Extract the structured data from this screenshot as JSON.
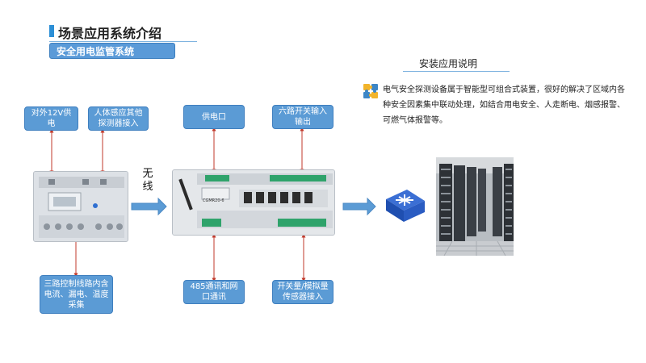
{
  "header": {
    "title": "场景应用系统介绍",
    "subtitle": "安全用电监管系统"
  },
  "install": {
    "title": "安装应用说明",
    "description": "电气安全探测设备属于智能型可组合式装置，很好的解决了区域内各种安全因素集中联动处理，如结合用电安全、人走断电、烟感报警、可燃气体报警等。"
  },
  "labels": {
    "power_12v": "对外12V供电",
    "body_sensor": "人体感应其他探测器接入",
    "three_way": "三路控制线路内含电流、漏电、温度采集",
    "power_port": "供电口",
    "six_switch": "六路开关输入输出",
    "rs485": "485通讯和网口通讯",
    "switch_analog": "开关量/模拟量传感器接入"
  },
  "wireless": "无线",
  "device2_model": "CGMR20-6",
  "switch_label": "SWITCH",
  "colors": {
    "accent": "#5b9bd5",
    "arrow_blue": "#5b9bd5",
    "red_line": "#c0392b"
  }
}
